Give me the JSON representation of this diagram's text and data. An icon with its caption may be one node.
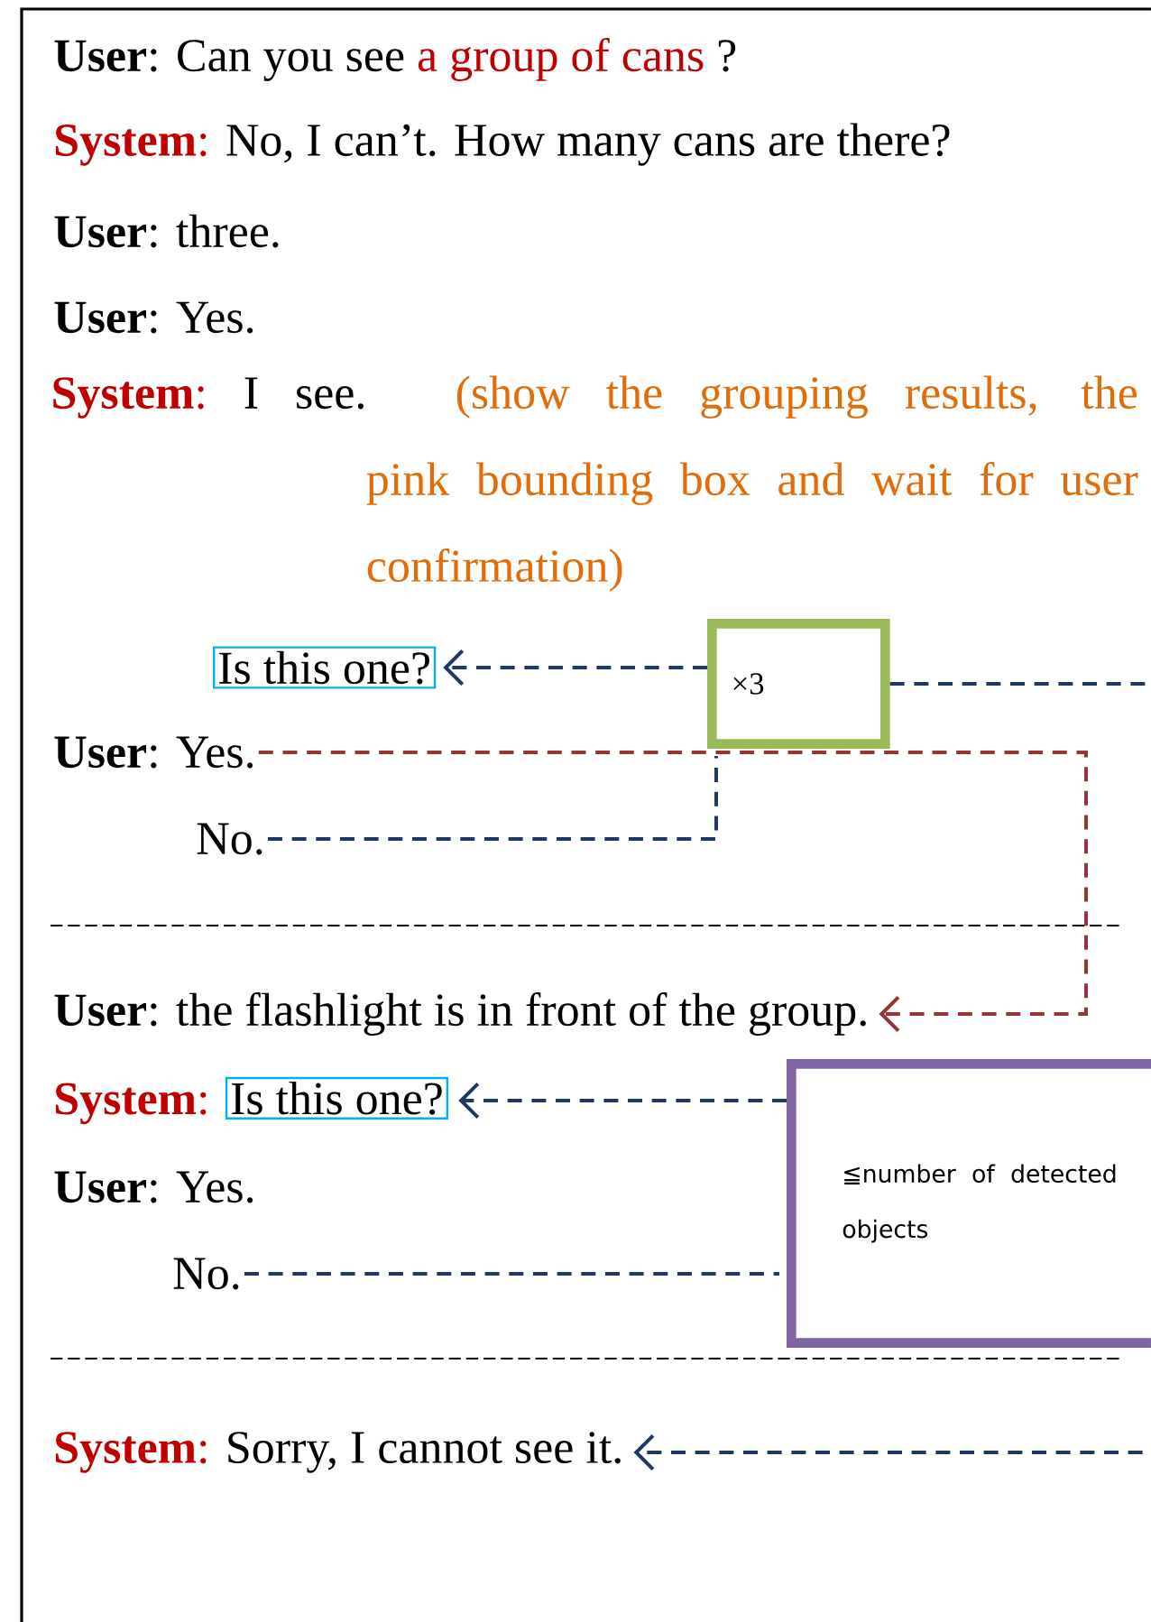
{
  "diagram": {
    "nodes": [
      {
        "text": [
          "**User**:",
          "Can you see",
          "a group of cans",
          "?"
        ]
      },
      {
        "text": [
          "**System**:",
          "No, I can’t. How many cans are there?"
        ]
      },
      {
        "text": [
          "**User**:",
          "three."
        ]
      },
      {
        "text": [
          "**User**:",
          "Yes."
        ]
      },
      {
        "text": [
          "**System**:",
          "I see.",
          "(show the grouping results, the pink bounding box and wait for user confirmation)"
        ]
      },
      {
        "text": [
          "Is this one?"
        ]
      },
      {
        "text": [
          "×3"
        ]
      },
      {
        "text": [
          "**User**:",
          "Yes."
        ]
      },
      {
        "text": [
          "No."
        ]
      },
      {
        "text": [
          "**User**:",
          "the flashlight is in front of the group."
        ]
      },
      {
        "text": [
          "**System**:",
          "Is this one?"
        ]
      },
      {
        "text": [
          "≦number of detected objects"
        ]
      },
      {
        "text": [
          "**User**:",
          "Yes."
        ]
      },
      {
        "text": [
          "No."
        ]
      },
      {
        "text": [
          "**System**:",
          "Sorry, I cannot see it."
        ]
      }
    ],
    "edges": [
      {
        "from": 6,
        "to": 5,
        "arrow": "to",
        "style": "dashed"
      },
      {
        "from": 6,
        "to": null,
        "arrow": "none",
        "style": "dashed"
      },
      {
        "from": 8,
        "to": 6,
        "arrow": "none",
        "style": "dashed"
      },
      {
        "from": 7,
        "to": 9,
        "arrow": "to",
        "style": "dashed",
        "color": "#943634"
      },
      {
        "from": 11,
        "to": 10,
        "arrow": "to",
        "style": "dashed"
      },
      {
        "from": 13,
        "to": 11,
        "arrow": "none",
        "style": "dashed"
      },
      {
        "from": null,
        "to": 14,
        "arrow": "to",
        "style": "dashed"
      }
    ]
  }
}
